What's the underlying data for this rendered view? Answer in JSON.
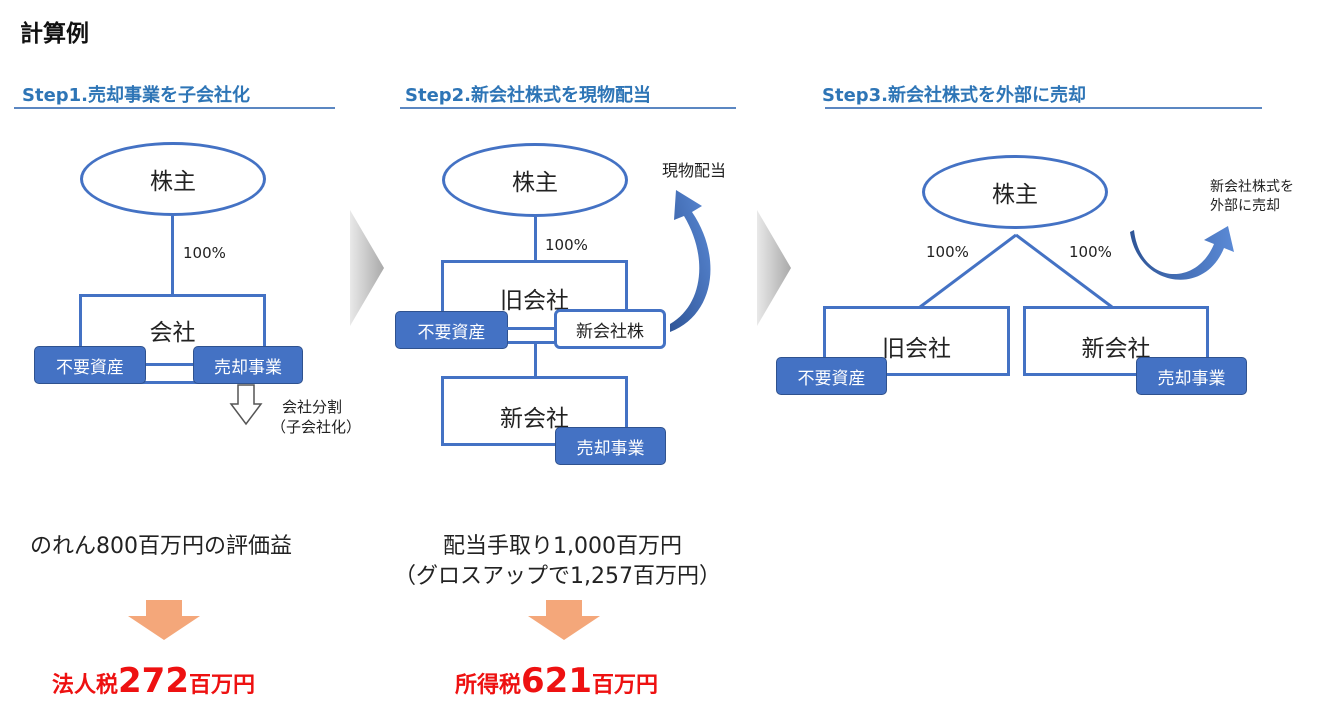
{
  "title": "計算例",
  "steps": [
    {
      "heading": "Step1.売却事業を子会社化",
      "shareholder": "株主",
      "pct": "100%",
      "company": "会社",
      "tag_unneeded": "不要資産",
      "tag_sale": "売却事業",
      "note_line1": "会社分割",
      "note_line2": "（子会社化）",
      "summary_line1": "のれん800百万円の評価益",
      "result_prefix": "法人税",
      "result_value": "272",
      "result_suffix": "百万円"
    },
    {
      "heading": "Step2.新会社株式を現物配当",
      "shareholder": "株主",
      "pct": "100%",
      "old_company": "旧会社",
      "tag_unneeded": "不要資産",
      "tag_new_shares": "新会社株",
      "new_company": "新会社",
      "tag_sale": "売却事業",
      "arrow_label": "現物配当",
      "summary_line1": "配当手取り1,000百万円",
      "summary_line2": "（グロスアップで1,257百万円）",
      "result_prefix": "所得税",
      "result_value": "621",
      "result_suffix": "百万円"
    },
    {
      "heading": "Step3.新会社株式を外部に売却",
      "shareholder": "株主",
      "pct_left": "100%",
      "pct_right": "100%",
      "old_company": "旧会社",
      "tag_unneeded": "不要資産",
      "new_company": "新会社",
      "tag_sale": "売却事業",
      "arrow_label_line1": "新会社株式を",
      "arrow_label_line2": "外部に売却"
    }
  ],
  "colors": {
    "heading": "#2e75b6",
    "box_border": "#4472c4",
    "tag_fill": "#4472c4",
    "result": "#ee1111",
    "down_arrow": "#f4a77a"
  },
  "icons": [
    "chevron-right-icon",
    "down-arrow-icon",
    "curved-arrow-icon"
  ]
}
